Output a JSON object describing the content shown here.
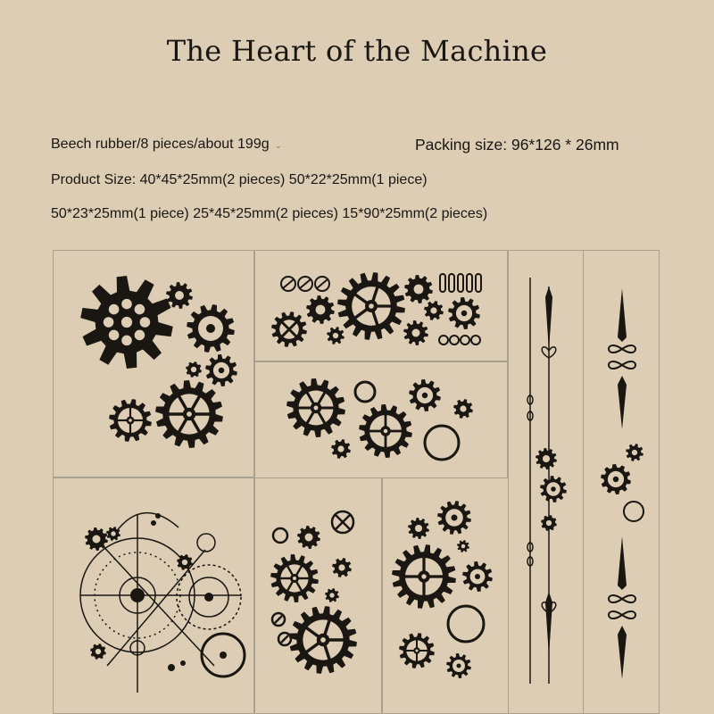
{
  "title": "The Heart of the Machine",
  "specs": {
    "material": "Beech rubber/8 pieces/about 199g",
    "packing": "Packing size: 96*126 * 26mm",
    "product_line1": "Product Size: 40*45*25mm(2 pieces) 50*22*25mm(1 piece)",
    "product_line2": "50*23*25mm(1 piece) 25*45*25mm(2 pieces) 15*90*25mm(2 pieces)"
  },
  "colors": {
    "background": "#dccdb4",
    "ink": "#1a1612",
    "panel_border": "#a9a08f"
  },
  "stamp_count": 8,
  "panel_icons": [
    "gear-cluster-icon",
    "gear-cluster-icon",
    "gear-cluster-icon",
    "clock-compass-icon",
    "gear-cluster-icon",
    "gear-cluster-icon",
    "clock-hand-border-icon",
    "clock-hand-border-icon"
  ]
}
